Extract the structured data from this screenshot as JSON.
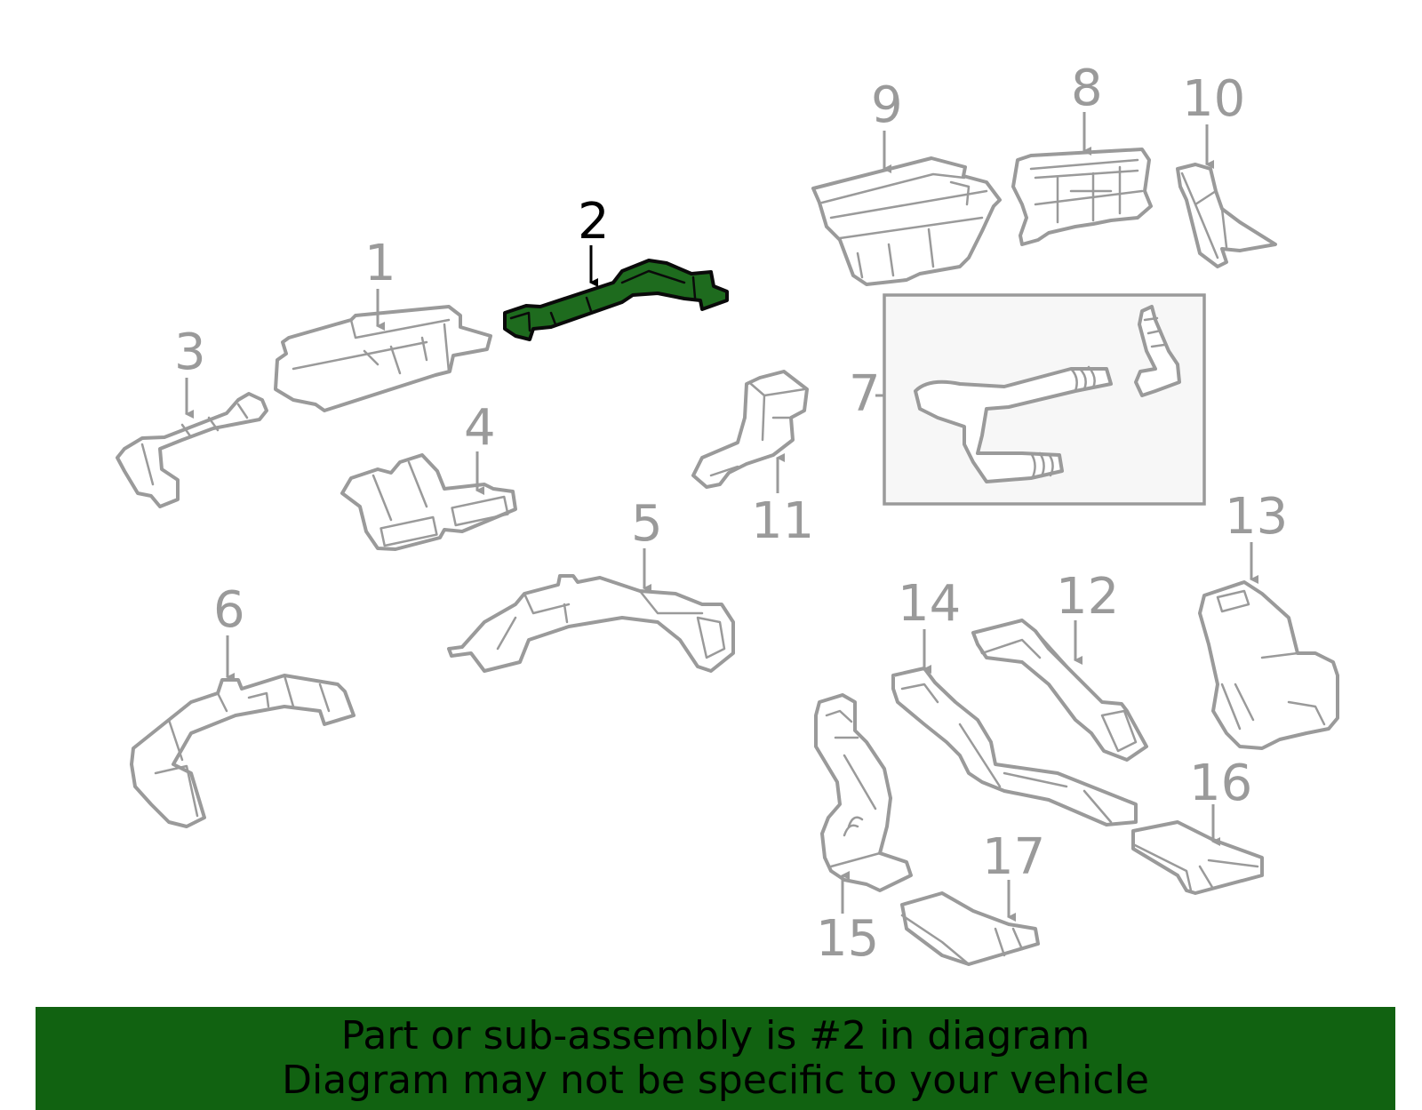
{
  "diagram": {
    "highlight_color": "#1e6b1e",
    "muted_color": "#9a9a9a",
    "callouts": [
      {
        "id": "1",
        "label": "1"
      },
      {
        "id": "2",
        "label": "2",
        "highlighted": true
      },
      {
        "id": "3",
        "label": "3"
      },
      {
        "id": "4",
        "label": "4"
      },
      {
        "id": "5",
        "label": "5"
      },
      {
        "id": "6",
        "label": "6"
      },
      {
        "id": "7",
        "label": "7"
      },
      {
        "id": "8",
        "label": "8"
      },
      {
        "id": "9",
        "label": "9"
      },
      {
        "id": "10",
        "label": "10"
      },
      {
        "id": "11",
        "label": "11"
      },
      {
        "id": "12",
        "label": "12"
      },
      {
        "id": "13",
        "label": "13"
      },
      {
        "id": "14",
        "label": "14"
      },
      {
        "id": "15",
        "label": "15"
      },
      {
        "id": "16",
        "label": "16"
      },
      {
        "id": "17",
        "label": "17"
      }
    ]
  },
  "banner": {
    "line1": "Part or sub-assembly is #2 in diagram",
    "line2": "Diagram may not be specific to your vehicle",
    "background": "#116211"
  }
}
